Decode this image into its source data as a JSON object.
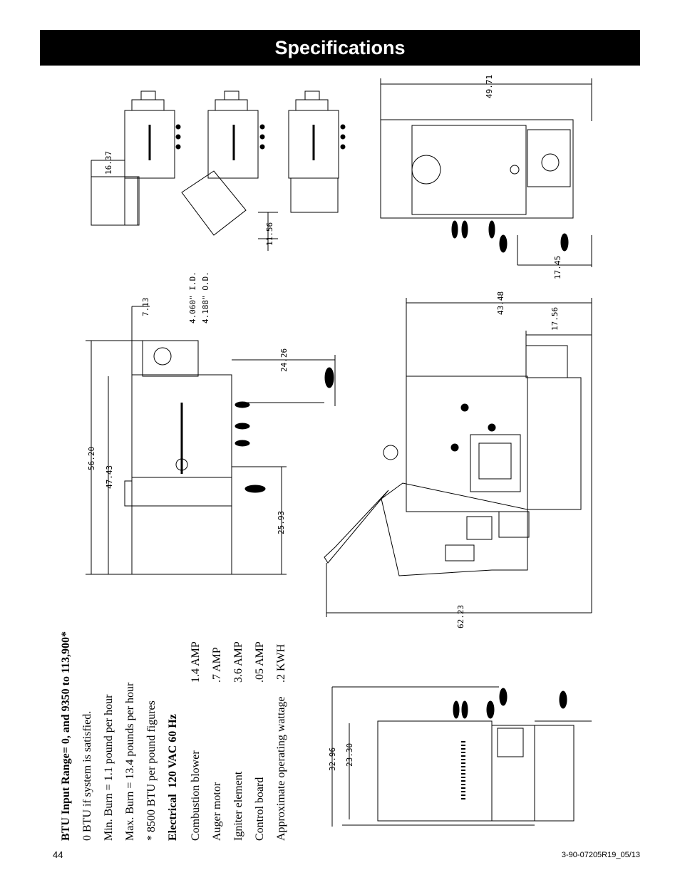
{
  "header": {
    "title": "Specifications"
  },
  "specs": {
    "btu_range": "BTU Input Range= 0, and 9350 to 113,900*",
    "line1": "0 BTU if system is satisfied.",
    "line2": "Min. Burn = 1.1 pound per hour",
    "line3": "Max. Burn = 13.4 pounds per hour",
    "line4": "* 8500 BTU per pound figures",
    "electrical_label": "Electrical",
    "electrical_value": "120 VAC 60 Hz",
    "electrical_items": [
      {
        "label": "Combustion blower",
        "value": "1.4 AMP"
      },
      {
        "label": "Auger motor",
        "value": ".7 AMP"
      },
      {
        "label": "Igniter element",
        "value": "3.6  AMP"
      },
      {
        "label": "Control board",
        "value": ".05 AMP"
      },
      {
        "label": "Approximate operating wattage",
        "value": ".2 KWH"
      }
    ]
  },
  "dimensions": {
    "d_16_37": "16.37",
    "d_11_56": "11.56",
    "d_49_71": "49.71",
    "d_17_45": "17.45",
    "d_7_13": "7.13",
    "d_id": "4.060\" I.D.",
    "d_od": "4.188\" O.D.",
    "d_56_20": "56.20",
    "d_47_43": "47.43",
    "d_24_26": "24.26",
    "d_25_93": "25.93",
    "d_43_48": "43.48",
    "d_17_56": "17.56",
    "d_62_23": "62.23",
    "d_32_96": "32.96",
    "d_23_30": "23.30"
  },
  "footer": {
    "page_number": "44",
    "doc_code": "3-90-07205R19_05/13"
  }
}
